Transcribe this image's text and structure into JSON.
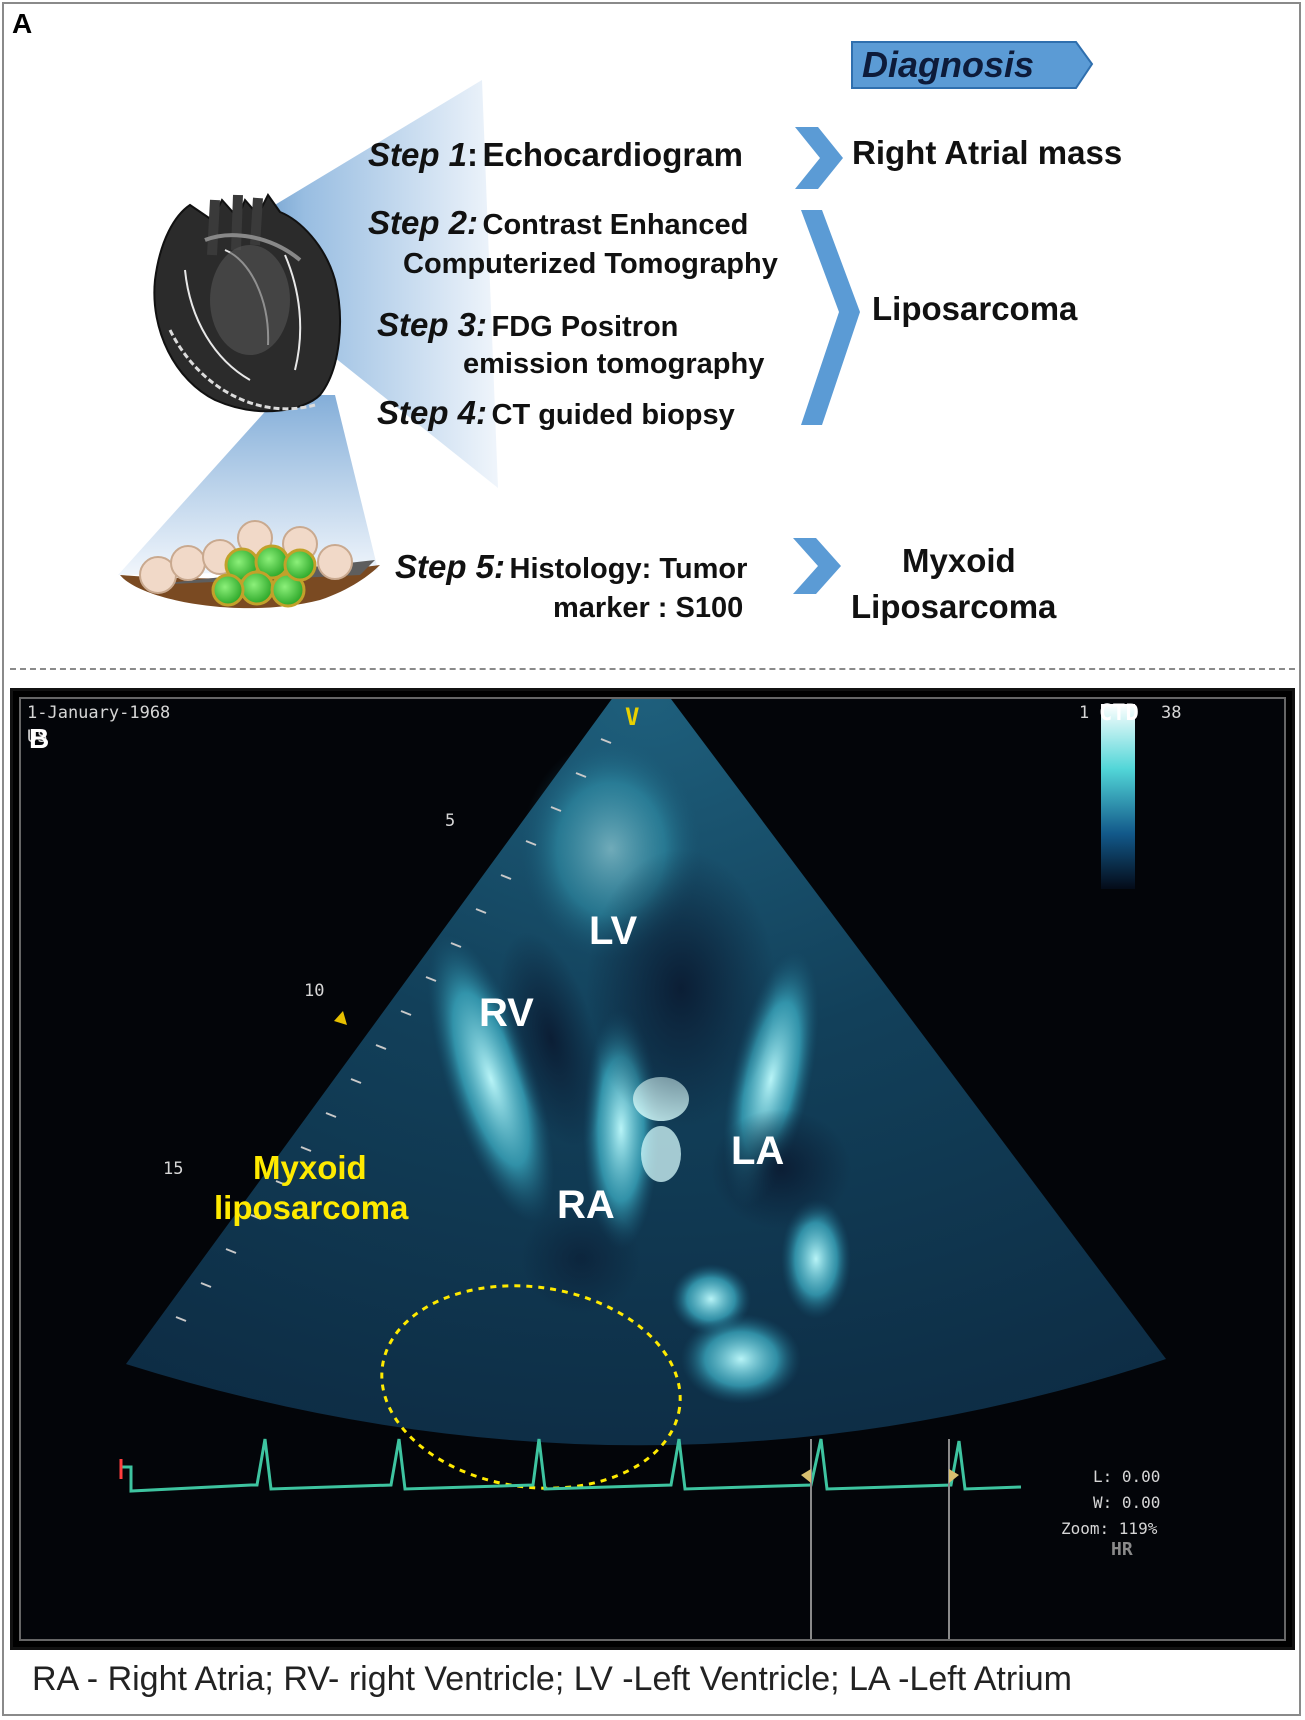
{
  "panel_a": {
    "letter": "A",
    "diagnosis_header": "Diagnosis",
    "steps": [
      {
        "step": "Step 1",
        "sep": ":",
        "lines": [
          "Echocardiogram"
        ]
      },
      {
        "step": "Step 2",
        "sep": ":",
        "lines": [
          "Contrast Enhanced",
          "Computerized Tomography"
        ]
      },
      {
        "step": "Step 3",
        "sep": ":",
        "lines": [
          "FDG Positron",
          "emission tomography"
        ]
      },
      {
        "step": "Step 4",
        "sep": ":",
        "lines": [
          "CT guided biopsy"
        ]
      },
      {
        "step": "Step 5",
        "sep": ":",
        "lines": [
          "Histology: Tumor",
          "marker : S100"
        ]
      }
    ],
    "diagnoses": [
      "Right Atrial mass",
      "Liposarcoma",
      "Myxoid",
      "Liposarcoma"
    ],
    "icons": [
      "heart-illustration-icon",
      "cell-cluster-icon",
      "chevron-arrow-icon",
      "bracket-arrow-icon"
    ],
    "colors": {
      "arrow_blue": "#5b9bd5",
      "beam_blue": "#bcd3ea"
    }
  },
  "panel_b": {
    "letter": "B",
    "date": "1-January-1968",
    "modality": "US",
    "top_right": "CTD",
    "time_left": "1",
    "time_right": "38",
    "marker_v": "V",
    "depth_marks": [
      "5",
      "10",
      "15"
    ],
    "labels": {
      "lv": "LV",
      "rv": "RV",
      "ra": "RA",
      "la": "LA"
    },
    "tumor_label": [
      "Myxoid",
      "liposarcoma"
    ],
    "readouts": [
      "L: 0.00",
      "W: 0.00",
      "Zoom: 119%",
      "HR"
    ],
    "colors": {
      "echo_cyan": "#5fd3e0",
      "ecg_green": "#3ec4a0",
      "tumor_yellow": "#ffea00"
    }
  },
  "caption": "RA - Right Atria; RV- right Ventricle; LV -Left Ventricle;  LA -Left Atrium"
}
